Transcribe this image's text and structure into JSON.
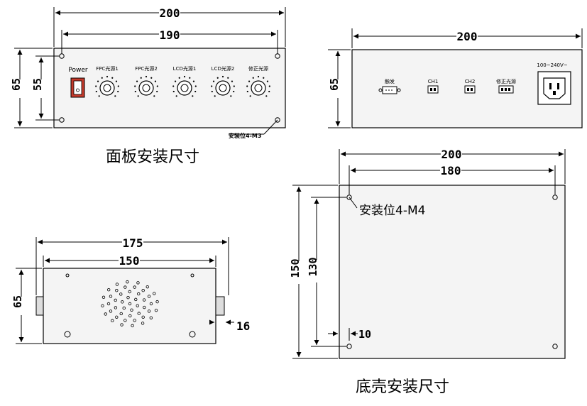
{
  "front_panel": {
    "dim_width_outer": "200",
    "dim_width_holes": "190",
    "dim_height_outer": "65",
    "dim_height_holes": "55",
    "power_label": "Power",
    "knob_labels": [
      "FPC光源1",
      "FPC光源2",
      "LCD光源1",
      "LCD光源2",
      "修正光源"
    ],
    "mount_note": "安装位4-M3",
    "caption": "面板安装尺寸"
  },
  "rear_panel": {
    "dim_width": "200",
    "dim_height": "65",
    "connector_labels": [
      "触发",
      "CH1",
      "CH2",
      "修正光源"
    ],
    "voltage_label": "100~240V~"
  },
  "side_view": {
    "dim_width_outer": "175",
    "dim_width_inner": "150",
    "dim_height": "65",
    "dim_protrusion": "16"
  },
  "bottom_shell": {
    "dim_width_outer": "200",
    "dim_width_holes": "180",
    "dim_height_outer": "150",
    "dim_height_holes": "130",
    "dim_offset": "10",
    "mount_note": "安装位4-M4",
    "caption": "底壳安装尺寸"
  }
}
